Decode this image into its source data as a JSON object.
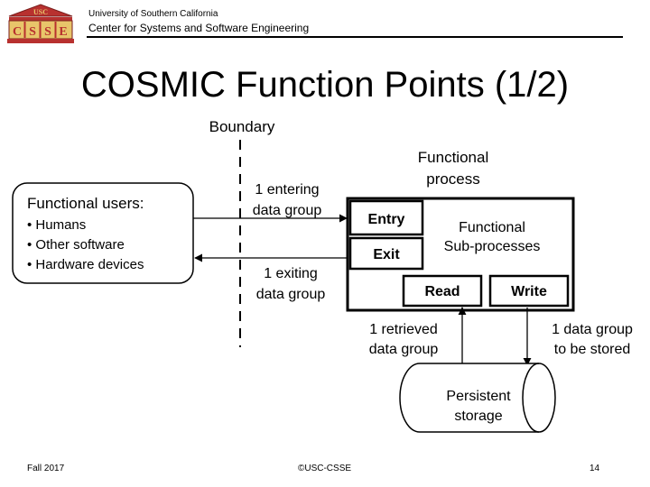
{
  "header": {
    "logo_text": "USC",
    "logo_letters": [
      "C",
      "S",
      "S",
      "E"
    ],
    "university": "University of Southern California",
    "center": "Center for Systems and Software Engineering"
  },
  "slide": {
    "title": "COSMIC Function Points (1/2)"
  },
  "diagram": {
    "boundary": "Boundary",
    "functional_process": [
      "Functional",
      "process"
    ],
    "users_title": "Functional users:",
    "users_items": [
      "• Humans",
      "• Other software",
      "• Hardware  devices"
    ],
    "entering": [
      "1 entering",
      "data group"
    ],
    "exiting": [
      "1 exiting",
      "data group"
    ],
    "entry": "Entry",
    "exit": "Exit",
    "subprocesses": [
      "Functional",
      "Sub-processes"
    ],
    "read": "Read",
    "write": "Write",
    "retrieved": [
      "1 retrieved",
      "data group"
    ],
    "stored": [
      "1 data group",
      "to be stored"
    ],
    "storage": [
      "Persistent",
      "storage"
    ]
  },
  "footer": {
    "term": "Fall 2017",
    "copyright": "©USC-CSSE",
    "page": "14"
  },
  "colors": {
    "logo_red": "#b8312f",
    "logo_gold": "#e8c56a",
    "line": "#000000"
  }
}
